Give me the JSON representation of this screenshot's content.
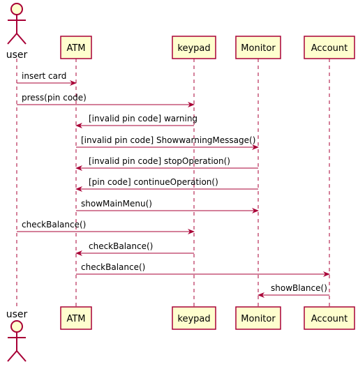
{
  "colors": {
    "box_fill": "#FEFECE",
    "box_stroke": "#A80036",
    "arrow": "#A80036",
    "lifeline": "#A80036",
    "text": "#000000"
  },
  "participants": [
    {
      "id": "user",
      "label": "user",
      "kind": "actor"
    },
    {
      "id": "atm",
      "label": "ATM",
      "kind": "participant"
    },
    {
      "id": "keypad",
      "label": "keypad",
      "kind": "participant"
    },
    {
      "id": "monitor",
      "label": "Monitor",
      "kind": "participant"
    },
    {
      "id": "account",
      "label": "Account",
      "kind": "participant"
    }
  ],
  "messages": [
    {
      "from": "user",
      "to": "atm",
      "label": "insert card"
    },
    {
      "from": "user",
      "to": "keypad",
      "label": "press(pin code)"
    },
    {
      "from": "keypad",
      "to": "atm",
      "label": "[invalid pin code] warning"
    },
    {
      "from": "atm",
      "to": "monitor",
      "label": "[invalid pin code] ShowwarningMessage()"
    },
    {
      "from": "monitor",
      "to": "atm",
      "label": "[invalid pin code] stopOperation()"
    },
    {
      "from": "monitor",
      "to": "atm",
      "label": "[pin code] continueOperation()"
    },
    {
      "from": "atm",
      "to": "monitor",
      "label": "showMainMenu()"
    },
    {
      "from": "user",
      "to": "keypad",
      "label": "checkBalance()"
    },
    {
      "from": "keypad",
      "to": "atm",
      "label": "checkBalance()"
    },
    {
      "from": "atm",
      "to": "account",
      "label": "checkBalance()"
    },
    {
      "from": "account",
      "to": "monitor",
      "label": "showBlance()"
    }
  ]
}
